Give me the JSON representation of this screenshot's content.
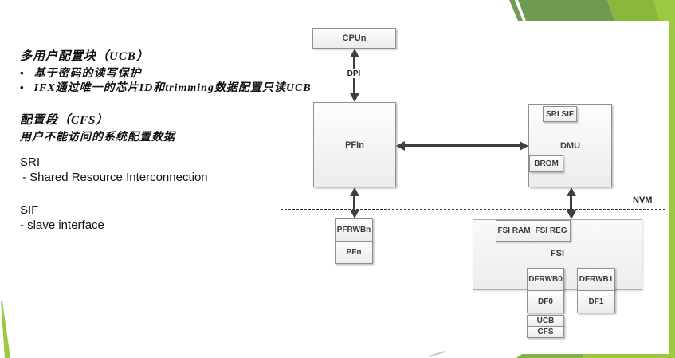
{
  "slide": {
    "notes": {
      "bullet_char": "•",
      "ucb_title": "多用户配置块（UCB）",
      "ucb_bullets": [
        "基于密码的读写保护",
        "IFX通过唯一的芯片ID和trimming数据配置只读UCB"
      ],
      "cfs_title": "配置段（CFS）",
      "cfs_desc": "用户不能访问的系统配置数据",
      "sri_abbr": "SRI",
      "sri_full": "- Shared Resource Interconnection",
      "sif_abbr": "SIF",
      "sif_full": "- slave interface"
    },
    "diagram": {
      "cpun": "CPUn",
      "dpi": "DPI",
      "pfin": "PFIn",
      "dmu": "DMU",
      "sri_sif": "SRI SIF",
      "brom": "BROM",
      "nvm": "NVM",
      "pfrwbn": "PFRWBn",
      "pfn": "PFn",
      "fsi": "FSI",
      "fsi_ram": "FSI RAM",
      "fsi_reg": "FSI REG",
      "dfrwb0": "DFRWB0",
      "dfrwb1": "DFRWB1",
      "df0": "DF0",
      "df1": "DF1",
      "ucb": "UCB",
      "cfs": "CFS"
    },
    "colors": {
      "green_olive": "#6F9A52",
      "green_mid": "#8AB83C",
      "green_light": "#9BC93F",
      "arrow": "#3F3F3F"
    }
  }
}
